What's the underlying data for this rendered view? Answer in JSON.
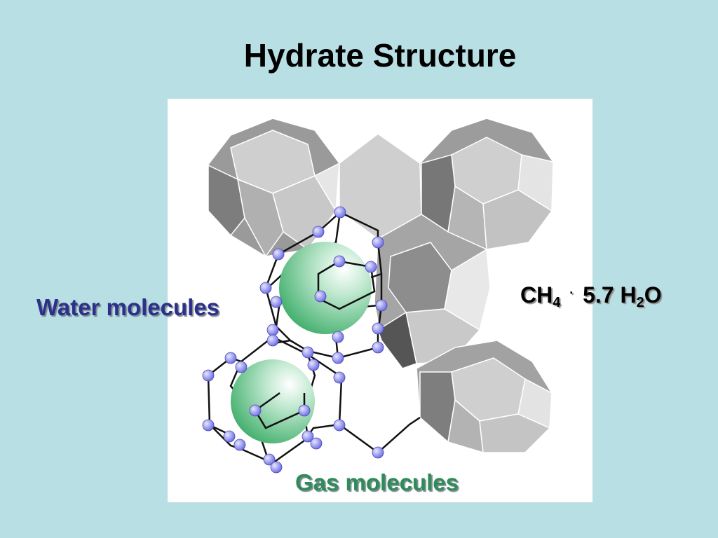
{
  "title": "Hydrate Structure",
  "labels": {
    "water": "Water molecules",
    "gas": "Gas molecules"
  },
  "formula": {
    "part1": "CH",
    "sub1": "4",
    "dot": "·",
    "part2": "5.7 H",
    "sub2": "2",
    "part3": "O"
  },
  "colors": {
    "background": "#b8dfe3",
    "water_label": "#2e2f8c",
    "gas_label": "#2f8c59",
    "water_molecule": "#8a8af0",
    "gas_molecule": "#5fc88a"
  }
}
